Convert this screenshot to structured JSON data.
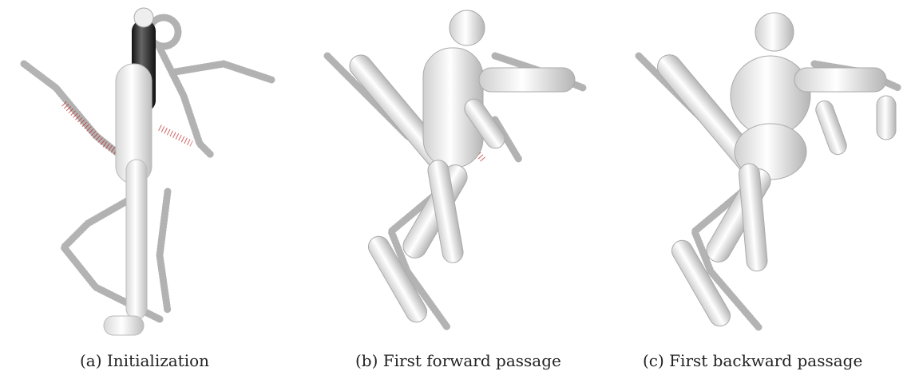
{
  "figure": {
    "panels": [
      {
        "caption": "(a) Initialization"
      },
      {
        "caption": "(b) First forward passage"
      },
      {
        "caption": "(c) First backward passage"
      }
    ]
  }
}
